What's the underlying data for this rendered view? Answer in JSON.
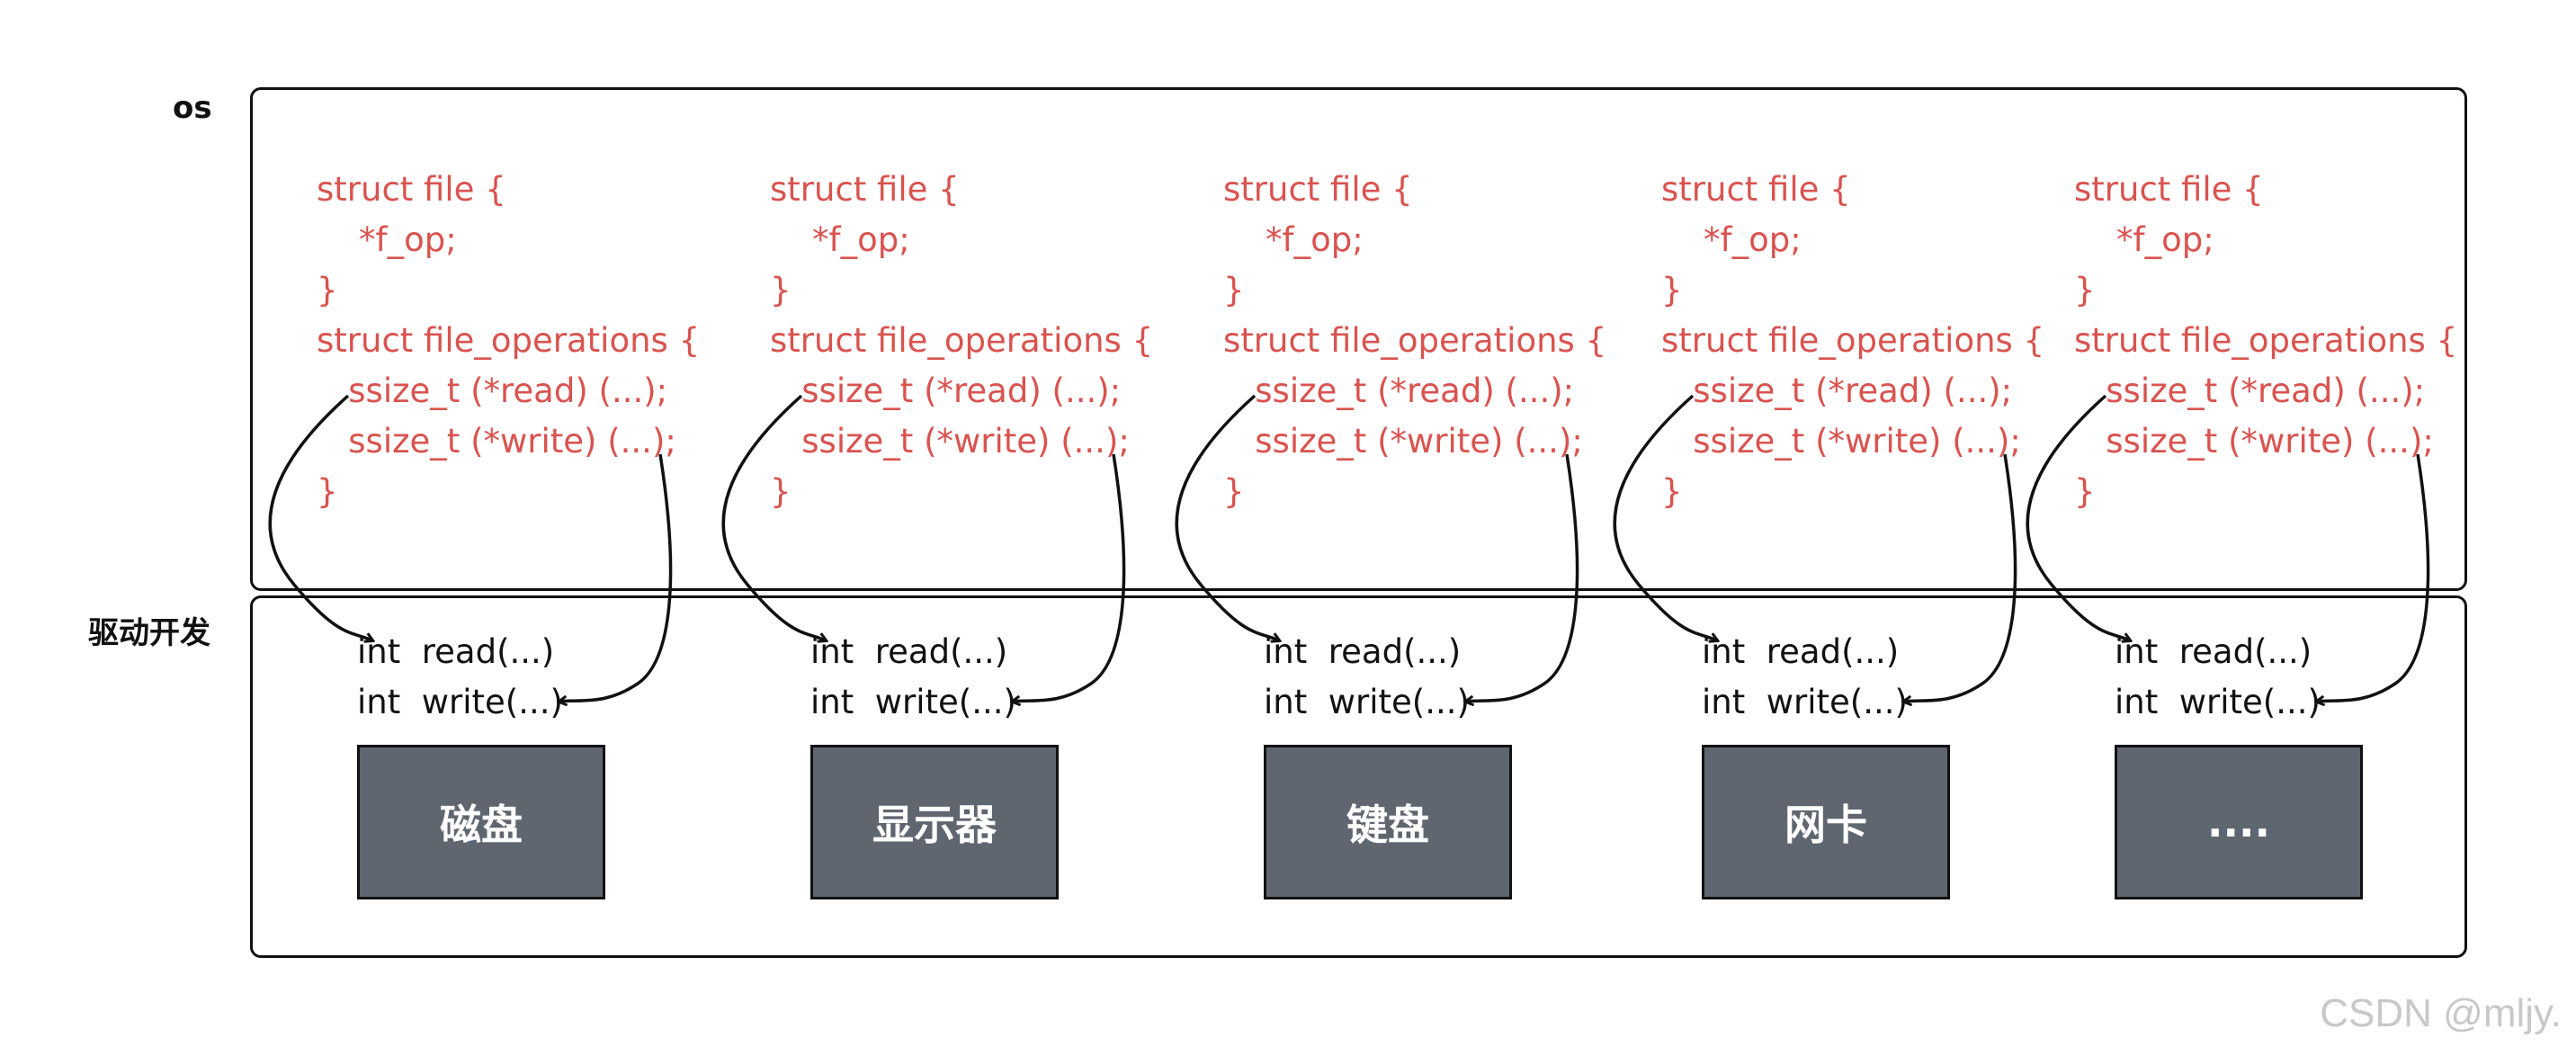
{
  "labels": {
    "os": "os",
    "driver": "驱动开发"
  },
  "code_lines": [
    "struct file {",
    "    *f_op;",
    "}",
    "struct file_operations {",
    "   ssize_t (*read) (...);",
    "   ssize_t (*write) (...);",
    "}"
  ],
  "function_lines": [
    "int  read(...)",
    "int  write(...)"
  ],
  "devices": [
    {
      "name": "磁盘"
    },
    {
      "name": "显示器"
    },
    {
      "name": "键盘"
    },
    {
      "name": "网卡"
    },
    {
      "name": "...."
    }
  ],
  "watermark": "CSDN @mljy.",
  "colors": {
    "code_text": "#d9534f",
    "device_fill": "#606670",
    "device_text": "#ffffff",
    "border": "#111111"
  }
}
